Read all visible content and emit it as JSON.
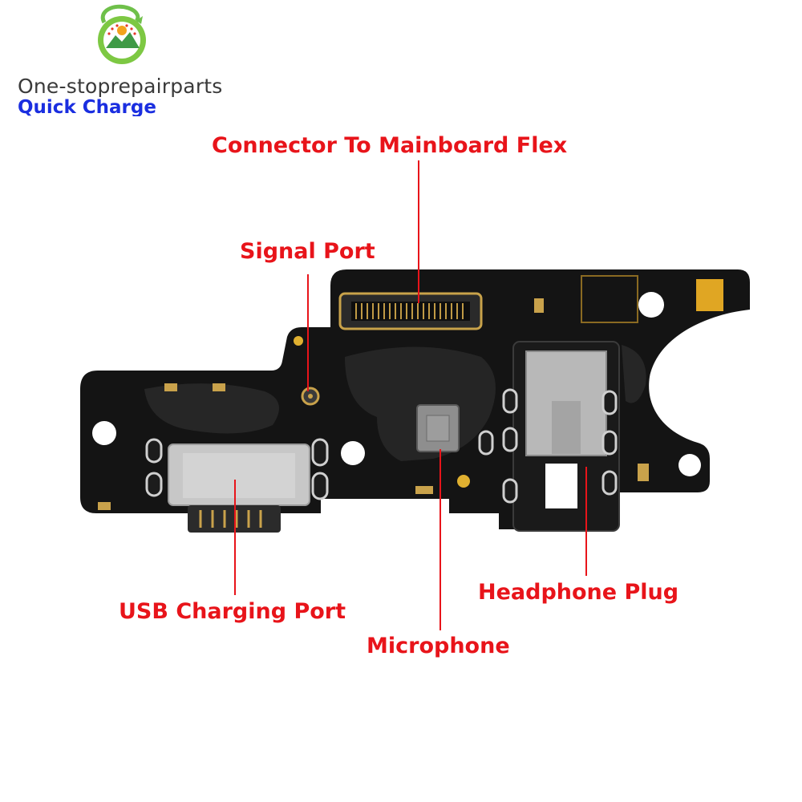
{
  "brand": {
    "name": "One-stoprepairparts",
    "tagline": "Quick Charge"
  },
  "callouts": {
    "connector": "Connector To Mainboard Flex",
    "signal_port": "Signal Port",
    "usb_port": "USB Charging Port",
    "microphone": "Microphone",
    "headphone": "Headphone Plug"
  },
  "colors": {
    "callout": "#e8141a",
    "tagline": "#1a2ee0",
    "board": "#131313",
    "gold": "#d9a62a"
  }
}
